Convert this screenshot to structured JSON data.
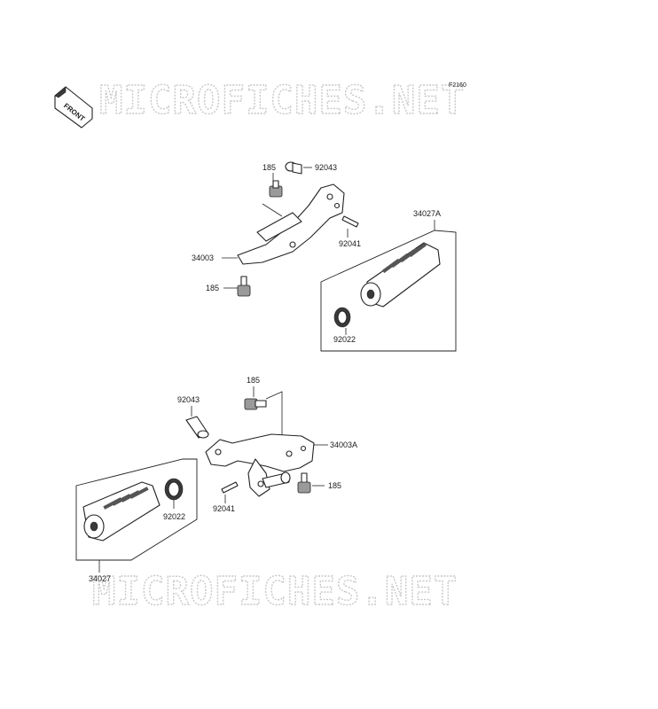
{
  "watermark": {
    "top": "MICROFICHES.NET",
    "bottom": "MICROFICHES.NET"
  },
  "figure_code": "F2160",
  "front_badge": "FRONT",
  "part_labels": {
    "rear_bolt_upper": "185",
    "rear_pin_upper": "92043",
    "rear_bracket": "34003",
    "rear_bolt_lower": "185",
    "cotter_pin_upper": "92041",
    "footpeg_assy_right": "34027A",
    "washer_right": "92022",
    "front_pin": "92043",
    "front_bolt_upper": "185",
    "front_bracket": "34003A",
    "front_bolt_lower": "185",
    "cotter_pin_lower": "92041",
    "washer_left": "92022",
    "footpeg_assy_left": "34027"
  }
}
